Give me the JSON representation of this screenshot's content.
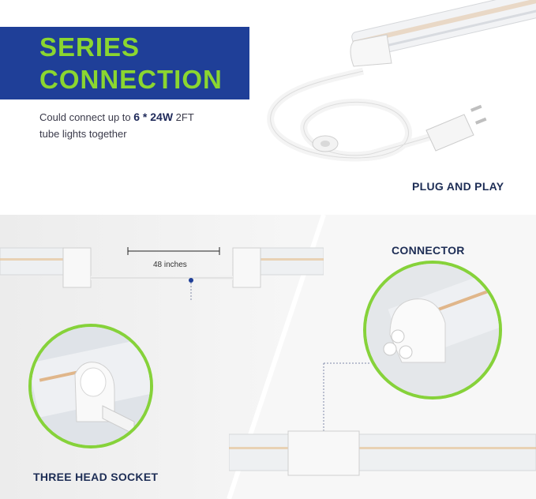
{
  "header": {
    "title_line1": "SERIES",
    "title_line2": "CONNECTION",
    "desc_prefix": "Could connect up to ",
    "desc_highlight": "6 * 24W",
    "desc_suffix": " 2FT",
    "desc_line2": "tube lights together"
  },
  "labels": {
    "plug_and_play": "PLUG AND PLAY",
    "connector": "CONNECTOR",
    "three_head_socket": "THREE HEAD SOCKET",
    "distance": "48 inches"
  },
  "colors": {
    "banner": "#1f3f98",
    "accent_green": "#8bd630",
    "label_navy": "#1d2d55"
  }
}
